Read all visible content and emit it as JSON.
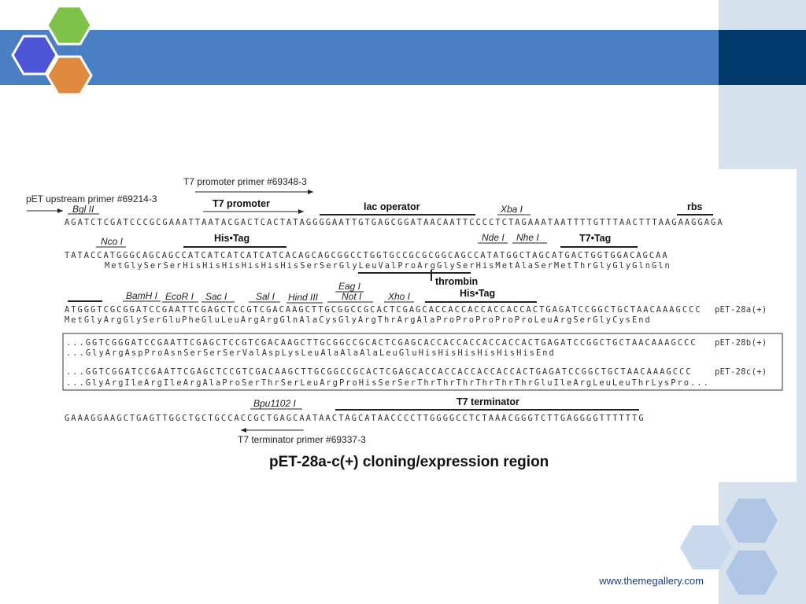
{
  "footer": {
    "url": "www.themegallery.com"
  },
  "colors": {
    "banner": "#4a7fc3",
    "banner_dark": "#003a6c",
    "side": "#d6e1ee",
    "hex_blue": "#4b55d6",
    "hex_green": "#7ec24a",
    "hex_orange": "#e08a40",
    "hex_light": "#aec6e4"
  },
  "diagram": {
    "caption": "pET-28a-c(+) cloning/expression region",
    "primers": {
      "t7_promoter": "T7 promoter primer #69348-3",
      "upstream": "pET upstream primer #69214-3",
      "t7_terminator": "T7 terminator primer #69337-3"
    },
    "features": {
      "t7_promoter": "T7 promoter",
      "lac_operator": "lac operator",
      "rbs": "rbs",
      "his_tag_1": "His•Tag",
      "t7_tag": "T7•Tag",
      "thrombin": "thrombin",
      "his_tag_2": "His•Tag",
      "t7_terminator": "T7 terminator"
    },
    "sites": {
      "bgl": "Bgl II",
      "xba": "Xba I",
      "nco": "Nco I",
      "nde": "Nde I",
      "nhe": "Nhe I",
      "bam": "BamH I",
      "eco": "EcoR I",
      "sac": "Sac I",
      "sal": "Sal I",
      "hind": "Hind III",
      "eag": "Eag I",
      "not": "Not I",
      "xho": "Xho I",
      "bpu": "Bpu1102 I"
    },
    "sequences": {
      "row1": "AGATCTCGATCCCGCGAAATTAATACGACTCACTATAGGGGAATTGTGAGCGGATAACAATTCCCCTCTAGAAATAATTTTGTTTAACTTTAAGAAGGAGA",
      "row2": "TATACCATGGGCAGCAGCCATCATCATCATCATCACAGCAGCGGCCTGGTGCCGCGCGGCAGCCATATGGCTAGCATGACTGGTGGACAGCAA",
      "row2_aa": "MetGlySerSerHisHisHisHisHisHisSerSerGlyLeuValProArgGlySerHisMetAlaSerMetThrGlyGlyGlnGln",
      "row3": "ATGGGTCGCGGATCCGAATTCGAGCTCCGTCGACAAGCTTGCGGCCGCACTCGAGCACCACCACCACCACCACTGAGATCCGGCTGCTAACAAAGCCC",
      "row3_aa": "MetGlyArgGlySerGluPheGluLeuArgArgGlnAlaCysGlyArgThrArgAlaProProProProProLeuArgSerGlyCysEnd",
      "row3_label": "pET-28a(+)",
      "box_b": "...GGTCGGGATCCGAATTCGAGCTCCGTCGACAAGCTTGCGGCCGCACTCGAGCACCACCACCACCACCACTGAGATCCGGCTGCTAACAAAGCCC",
      "box_b_aa": "...GlyArgAspProAsnSerSerSerValAspLysLeuAlaAlaAlaLeuGluHisHisHisHisHisHisEnd",
      "box_b_label": "pET-28b(+)",
      "box_c": "...GGTCGGATCCGAATTCGAGCTCCGTCGACAAGCTTGCGGCCGCACTCGAGCACCACCACCACCACCACTGAGATCCGGCTGCTAACAAAGCCC",
      "box_c_aa": "...GlyArgIleArgIleArgAlaProSerThrSerLeuArgProHisSerSerThrThrThrThrThrThrGluIleArgLeuLeuThrLysPro...",
      "box_c_label": "pET-28c(+)",
      "row4": "GAAAGGAAGCTGAGTTGGCTGCTGCCACCGCTGAGCAATAACTAGCATAACCCCTTGGGGCCTCTAAACGGGTCTTGAGGGGTTTTTTG"
    }
  }
}
